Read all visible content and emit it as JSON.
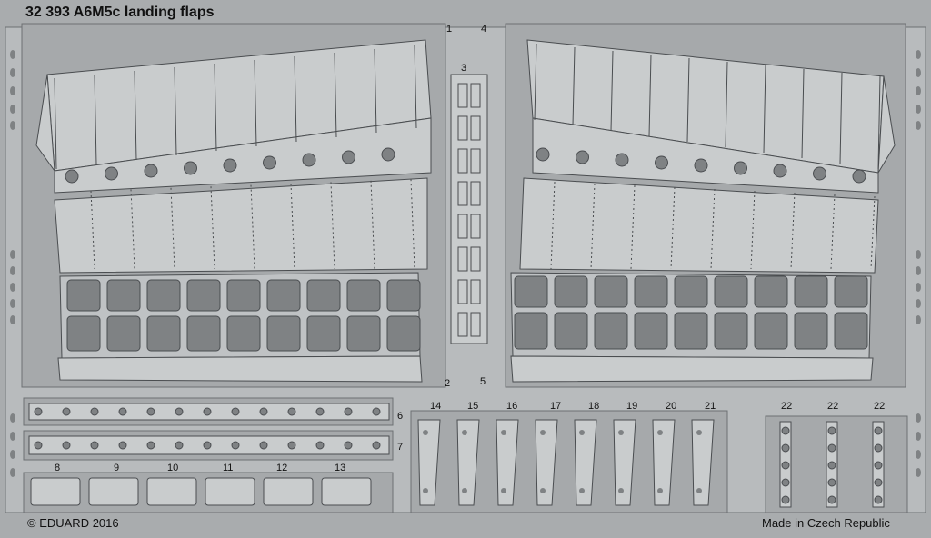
{
  "sheet": {
    "title": "32 393  A6M5c landing flaps",
    "copyright": "© EDUARD 2016",
    "origin": "Made in Czech Republic"
  },
  "part_numbers": {
    "p1": "1",
    "p2": "2",
    "p3": "3",
    "p4": "4",
    "p5": "5",
    "p6": "6",
    "p7": "7",
    "p8": "8",
    "p9": "9",
    "p10": "10",
    "p11": "11",
    "p12": "12",
    "p13": "13",
    "p14": "14",
    "p15": "15",
    "p16": "16",
    "p17": "17",
    "p18": "18",
    "p19": "19",
    "p20": "20",
    "p21": "21",
    "p22": "22"
  },
  "colors": {
    "background": "#a9acae",
    "frame": "#c4c7c9",
    "part": "#c9cccd",
    "etched_hole": "#7f8284",
    "line": "#4a4d50"
  }
}
